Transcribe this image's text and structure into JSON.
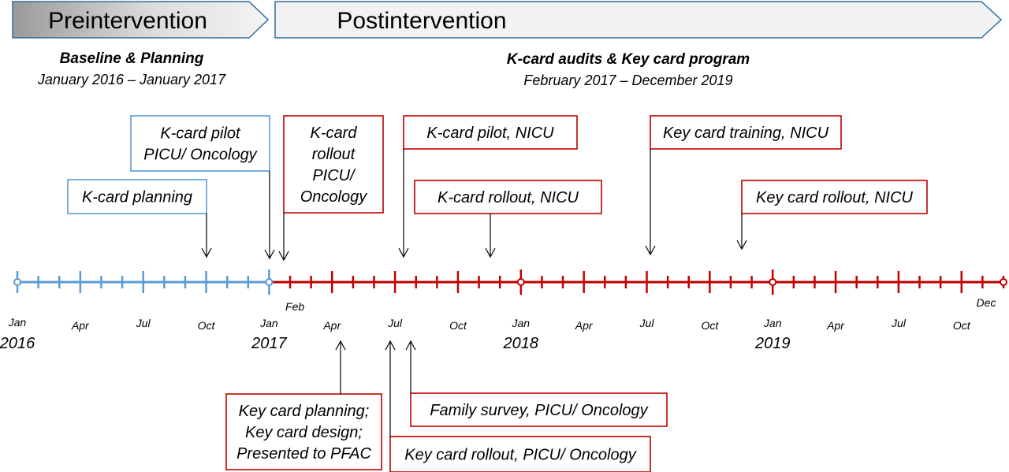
{
  "phases": {
    "pre": {
      "label": "Preintervention",
      "title": "Baseline & Planning",
      "range": "January 2016 – January 2017"
    },
    "post": {
      "label": "Postintervention",
      "title": "K-card audits & Key card program",
      "range": "February 2017 – December 2019"
    }
  },
  "colors": {
    "pre": "#5b9bd5",
    "post": "#c00000",
    "phase_border": "#2e6da4"
  },
  "timeline": {
    "month_labels": [
      {
        "text": "Jan",
        "month": 0
      },
      {
        "text": "Apr",
        "month": 3
      },
      {
        "text": "Jul",
        "month": 6
      },
      {
        "text": "Oct",
        "month": 9
      },
      {
        "text": "Jan",
        "month": 12
      },
      {
        "text": "Feb",
        "month": 13
      },
      {
        "text": "Apr",
        "month": 15
      },
      {
        "text": "Jul",
        "month": 18
      },
      {
        "text": "Oct",
        "month": 21
      },
      {
        "text": "Jan",
        "month": 24
      },
      {
        "text": "Apr",
        "month": 27
      },
      {
        "text": "Jul",
        "month": 30
      },
      {
        "text": "Oct",
        "month": 33
      },
      {
        "text": "Jan",
        "month": 36
      },
      {
        "text": "Apr",
        "month": 39
      },
      {
        "text": "Jul",
        "month": 42
      },
      {
        "text": "Oct",
        "month": 45
      },
      {
        "text": "Dec",
        "month": 47
      }
    ],
    "year_labels": [
      {
        "text": "2016",
        "month": 0
      },
      {
        "text": "2017",
        "month": 12
      },
      {
        "text": "2018",
        "month": 24
      },
      {
        "text": "2019",
        "month": 36
      }
    ]
  },
  "events_above": [
    {
      "lines": [
        "K-card planning"
      ],
      "month": 9,
      "phase": "pre"
    },
    {
      "lines": [
        "K-card pilot",
        "PICU/ Oncology"
      ],
      "month": 12,
      "phase": "pre"
    },
    {
      "lines": [
        "K-card",
        "rollout",
        "PICU/",
        "Oncology"
      ],
      "month": 13,
      "phase": "post"
    },
    {
      "lines": [
        "K-card pilot, NICU"
      ],
      "month": 18,
      "phase": "post"
    },
    {
      "lines": [
        "K-card rollout, NICU"
      ],
      "month": 23,
      "phase": "post"
    },
    {
      "lines": [
        "Key card training, NICU"
      ],
      "month": 30,
      "phase": "post"
    },
    {
      "lines": [
        "Key card rollout, NICU"
      ],
      "month": 35,
      "phase": "post"
    }
  ],
  "events_below": [
    {
      "lines": [
        "Key card planning;",
        "Key card design;",
        "Presented to PFAC"
      ],
      "month": 16,
      "phase": "post"
    },
    {
      "lines": [
        "Key card rollout, PICU/ Oncology"
      ],
      "month": 18,
      "phase": "post"
    },
    {
      "lines": [
        "Family survey, PICU/ Oncology"
      ],
      "month": 19,
      "phase": "post"
    }
  ]
}
